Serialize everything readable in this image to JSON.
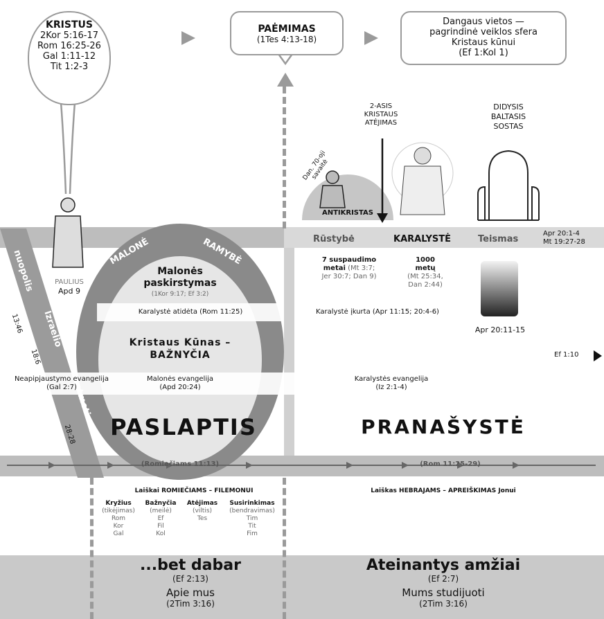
{
  "kristus": {
    "title": "KRISTUS",
    "refs": [
      "2Kor 5:16-17",
      "Rom 16:25-26",
      "Gal 1:11-12",
      "Tit 1:2-3"
    ]
  },
  "paemimas": {
    "title": "PAĖMIMAS",
    "ref": "(1Tes 4:13-18)"
  },
  "heaven": {
    "lines": [
      "Dangaus vietos —",
      "pagrindinė veiklos sfera",
      "Kristaus kūnui",
      "(Ef 1:Kol 1)"
    ]
  },
  "second_coming": {
    "lines": [
      "2-ASIS",
      "KRISTAUS",
      "ATĖJIMAS"
    ]
  },
  "throne": {
    "lines": [
      "DIDYSIS",
      "BALTASIS",
      "SOSTAS"
    ]
  },
  "daniel": {
    "arc": "Dan. 70-oji savaitė",
    "label": "ANTIKRISTAS"
  },
  "paulius": {
    "name": "PAULIUS",
    "ref": "Apd 9"
  },
  "oval": {
    "left_arc": "MALONĖ",
    "right_arc": "RAMYBĖ",
    "title": "Malonės",
    "title2": "paskirstymas",
    "ref": "(1Kor 9:17; Ef 3:2)",
    "body1": "Kristaus Kūnas –",
    "body2": "BAŽNYČIA",
    "big": "PASLAPTIS",
    "bottom": "(Romiečiams 11:13)"
  },
  "israel": {
    "top": "nuopolis",
    "mid": "Izraelio",
    "bottom": "atmetimas",
    "ref1": "13:46",
    "ref2": "18:6",
    "ref3": "28:28"
  },
  "bands": {
    "k1": "Karalystė atidėta (Rom 11:25)",
    "k2": "Karalystė įkurta (Apr 11:15; 20:4-6)",
    "ev1a": "Neapipjaustymo evangelija",
    "ev1b": "(Gal 2:7)",
    "ev2a": "Malonės evangelija",
    "ev2b": "(Apd 20:24)",
    "ev3a": "Karalystės evangelija",
    "ev3b": "(Iz 2:1-4)"
  },
  "kingdom": {
    "rustybe": "Rūstybė",
    "karalyste": "KARALYSTĖ",
    "teismas": "Teismas",
    "apr_ref1": "Apr 20:1-4",
    "apr_ref2": "Mt 19:27-28",
    "y7a": "7 suspaudimo",
    "y7b": "metai",
    "y7ref1": "(Mt 3:7;",
    "y7ref2": "Jer 30:7; Dan 9)",
    "y1000a": "1000",
    "y1000b": "metų",
    "y1000ref1": "(Mt 25:34,",
    "y1000ref2": "Dan 2:44)",
    "apr_judg": "Apr 20:11-15",
    "ef": "Ef 1:10",
    "pranasyste": "PRANAŠYSTĖ",
    "bar_ref": "(Rom 11:25-29)"
  },
  "letters": {
    "left_title": "Laiškai ROMIEČIAMS – FILEMONUI",
    "right_title": "Laiškas HEBRAJAMS – APREIŠKIMAS Jonui",
    "columns": [
      {
        "head": "Kryžius",
        "sub": "(tikėjimas)",
        "items": [
          "Rom",
          "Kor",
          "Gal"
        ]
      },
      {
        "head": "Bažnyčia",
        "sub": "(meilė)",
        "items": [
          "Ef",
          "Fil",
          "Kol"
        ]
      },
      {
        "head": "Atėjimas",
        "sub": "(viltis)",
        "items": [
          "Tes"
        ]
      },
      {
        "head": "Susirinkimas",
        "sub": "(bendravimas)",
        "items": [
          "Tim",
          "Tit",
          "Fim"
        ]
      }
    ]
  },
  "bottom": {
    "left_title": "...bet dabar",
    "left_ref": "(Ef 2:13)",
    "left_sub": "Apie mus",
    "left_ref2": "(2Tim 3:16)",
    "right_title": "Ateinantys amžiai",
    "right_ref": "(Ef 2:7)",
    "right_sub": "Mums studijuoti",
    "right_ref2": "(2Tim 3:16)"
  }
}
